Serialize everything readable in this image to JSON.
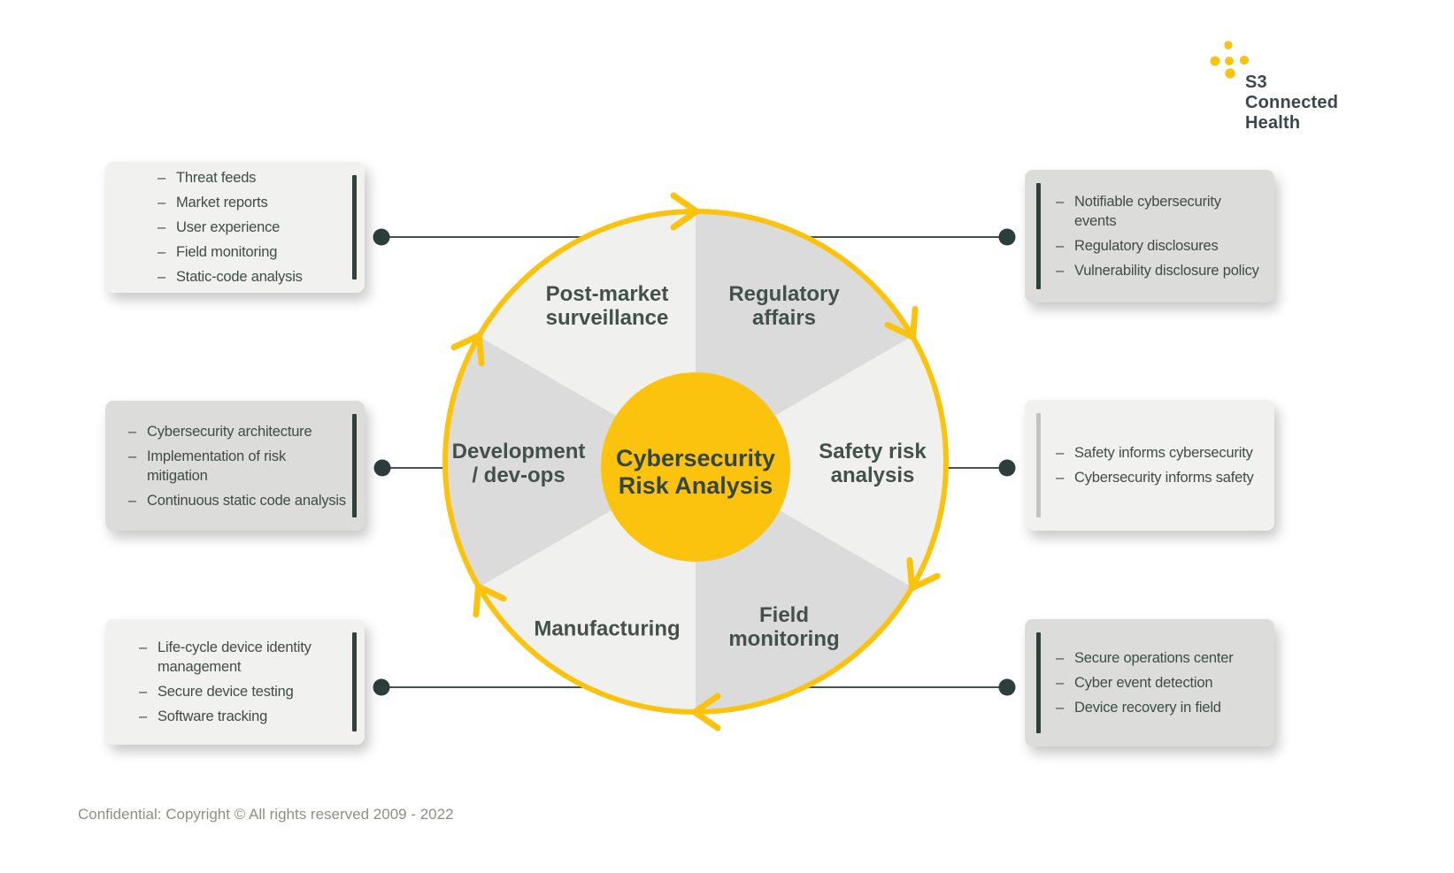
{
  "ui": {
    "bullet": "–"
  },
  "logo": {
    "lines": [
      "S3",
      "Connected",
      "Health"
    ]
  },
  "wheel": {
    "center": {
      "line1": "Cybersecurity",
      "line2": "Risk Analysis"
    },
    "segments": [
      {
        "id": "post-market-surveillance",
        "line1": "Post-market",
        "line2": "surveillance"
      },
      {
        "id": "regulatory-affairs",
        "line1": "Regulatory",
        "line2": "affairs"
      },
      {
        "id": "safety-risk-analysis",
        "line1": "Safety risk",
        "line2": "analysis"
      },
      {
        "id": "field-monitoring",
        "line1": "Field",
        "line2": "monitoring"
      },
      {
        "id": "manufacturing",
        "line1": "Manufacturing",
        "line2": ""
      },
      {
        "id": "development-dev-ops",
        "line1": "Development",
        "line2": "/ dev-ops"
      }
    ]
  },
  "callouts": {
    "top_left": {
      "items": [
        "Threat feeds",
        "Market reports",
        "User experience",
        "Field monitoring",
        "Static-code analysis"
      ]
    },
    "middle_left": {
      "items": [
        "Cybersecurity architecture",
        "Implementation of risk mitigation",
        "Continuous static code analysis"
      ]
    },
    "bottom_left": {
      "items": [
        "Life-cycle device identity management",
        "Secure device testing",
        "Software tracking"
      ]
    },
    "top_right": {
      "items": [
        "Notifiable cybersecurity events",
        "Regulatory disclosures",
        "Vulnerability disclosure policy"
      ]
    },
    "middle_right": {
      "items": [
        "Safety informs cybersecurity",
        "Cybersecurity informs safety"
      ]
    },
    "bottom_right": {
      "items": [
        "Secure operations center",
        "Cyber event detection",
        "Device recovery in field"
      ]
    }
  },
  "footer": {
    "text": "Confidential: Copyright © All rights reserved 2009 - 2022"
  },
  "colors": {
    "brand_yellow": "#FBC30E",
    "dark_slate": "#3F4C48",
    "wedge_light": "#F0F0EF",
    "wedge_dark": "#DBDBDB",
    "box_light": "#F1F1F0",
    "box_dark": "#DCDCDB",
    "connector": "#47524E"
  }
}
